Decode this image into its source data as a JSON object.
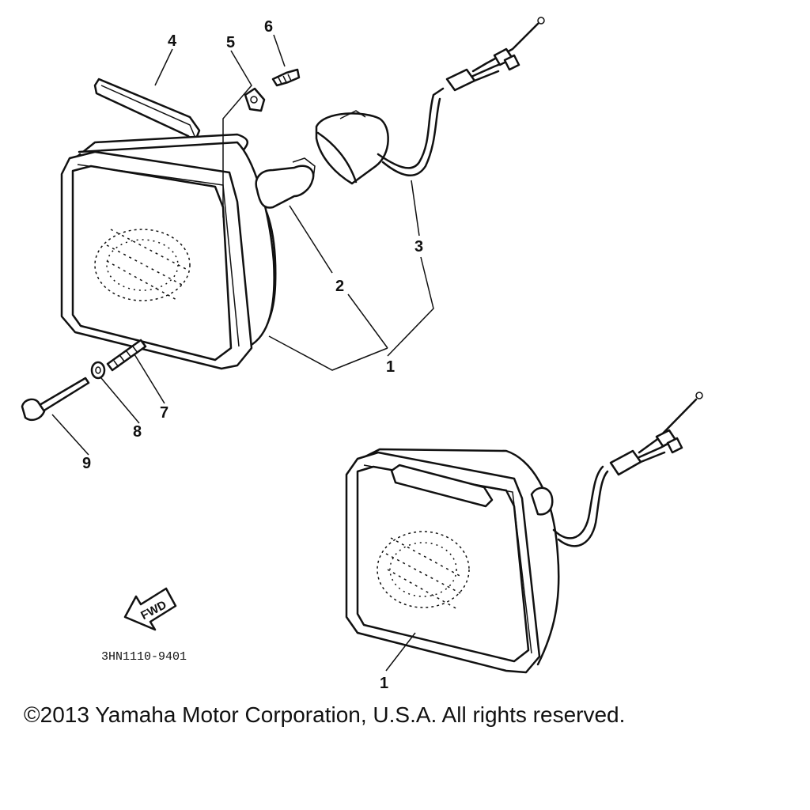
{
  "diagram": {
    "callouts": [
      {
        "id": "c4",
        "text": "4"
      },
      {
        "id": "c5",
        "text": "5"
      },
      {
        "id": "c6",
        "text": "6"
      },
      {
        "id": "c3",
        "text": "3"
      },
      {
        "id": "c2",
        "text": "2"
      },
      {
        "id": "c1a",
        "text": "1"
      },
      {
        "id": "c7",
        "text": "7"
      },
      {
        "id": "c8",
        "text": "8"
      },
      {
        "id": "c9",
        "text": "9"
      },
      {
        "id": "c1b",
        "text": "1"
      }
    ],
    "fwd_label": "FWD",
    "drawing_code": "3HN1110-9401"
  },
  "footer": {
    "copyright": "©2013 Yamaha Motor Corporation, U.S.A. All rights reserved."
  }
}
